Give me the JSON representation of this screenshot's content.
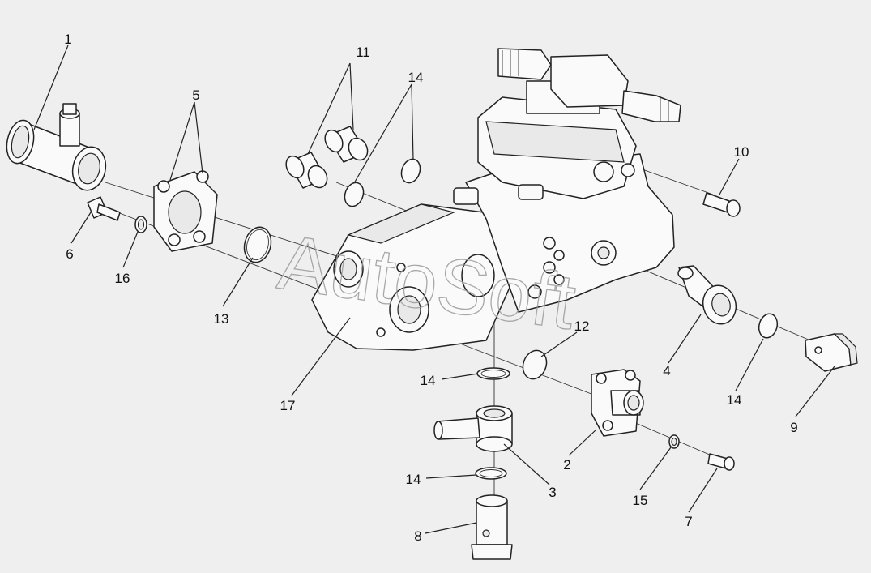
{
  "watermark": "AutoSoft",
  "callouts": {
    "c1": "1",
    "c2": "2",
    "c3": "3",
    "c4": "4",
    "c5": "5",
    "c6": "6",
    "c7": "7",
    "c8": "8",
    "c9": "9",
    "c10": "10",
    "c11": "11",
    "c12": "12",
    "c13": "13",
    "c14a": "14",
    "c14b": "14",
    "c14c": "14",
    "c14d": "14",
    "c15": "15",
    "c16": "16",
    "c17": "17"
  }
}
